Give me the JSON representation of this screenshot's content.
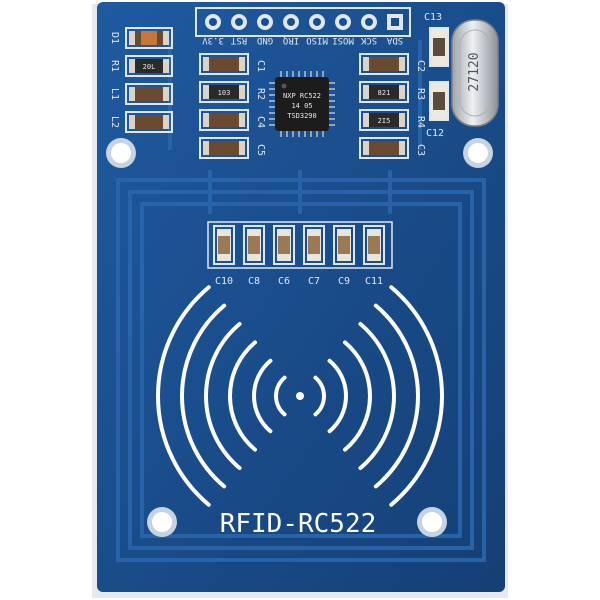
{
  "board": {
    "name": "RFID-RC522",
    "pins": [
      "SDA",
      "SCK",
      "MOSI",
      "MISO",
      "IRQ",
      "GND",
      "RST",
      "3.3V"
    ],
    "left_labels": [
      "D1",
      "R1",
      "L1",
      "L2"
    ],
    "left_part_codes": [
      "",
      "20L",
      "",
      ""
    ],
    "center_left_labels": [
      "C1",
      "R2",
      "C4",
      "C5"
    ],
    "center_left_codes": [
      "",
      "103",
      "",
      ""
    ],
    "center_right_labels": [
      "C2",
      "R3",
      "R4",
      "C3"
    ],
    "center_right_codes": [
      "",
      "821",
      "2I5",
      ""
    ],
    "right_labels": [
      "C13",
      "C12"
    ],
    "chip_lines": [
      "NXP RC522",
      "14 05",
      "TSD3290"
    ],
    "crystal_text": "27120",
    "cap_labels": [
      "C10",
      "C8",
      "C6",
      "C7",
      "C9",
      "C11"
    ]
  },
  "colors": {
    "pcb": "#1a4d8c",
    "silk": "#dfe8f2",
    "chip": "#1c1c1c",
    "crystal": "#c9ccd0"
  }
}
